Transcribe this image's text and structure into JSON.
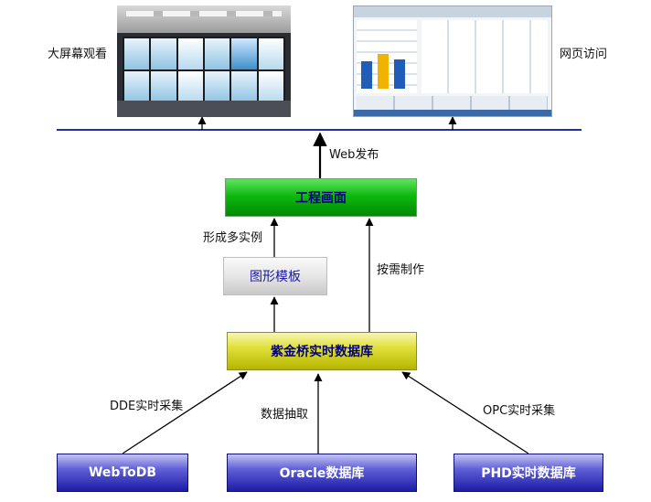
{
  "top": {
    "left_caption": "大屏幕观看",
    "right_caption": "网页访问"
  },
  "flow_labels": {
    "web_publish": "Web发布",
    "multi_instance": "形成多实例",
    "on_demand": "按需制作",
    "dde": "DDE实时采集",
    "extract": "数据抽取",
    "opc": "OPC实时采集"
  },
  "boxes": {
    "project_screen": "工程画面",
    "graphic_template": "图形模板",
    "realtime_db": "紫金桥实时数据库",
    "webtodb": "WebToDB",
    "oracle": "Oracle数据库",
    "phd": "PHD实时数据库"
  },
  "colors": {
    "line": "#1f2fa8",
    "arrow": "#000000"
  }
}
